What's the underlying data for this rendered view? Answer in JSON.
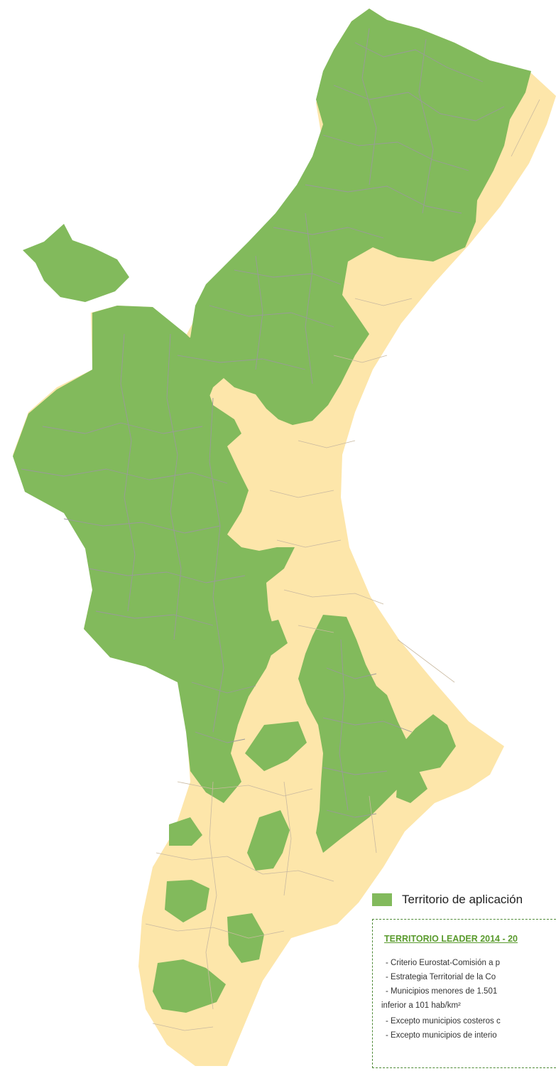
{
  "colors": {
    "leader": "#82ba5c",
    "non_leader": "#fde6aa",
    "boundary": "#9a9a9a",
    "frame": "#4e8a36",
    "title": "#5a9b2e"
  },
  "legend": {
    "label": "Territorio de aplicación"
  },
  "info_box": {
    "title": "TERRITORIO LEADER 2014 - 20",
    "lines": [
      "- Criterio Eurostat-Comisión a p",
      "- Estrategia Territorial de la Co",
      "- Municipios menores de 1.501",
      "inferior a 101 hab/km²",
      "- Excepto municipios costeros c",
      "- Excepto municipios de interio"
    ]
  }
}
